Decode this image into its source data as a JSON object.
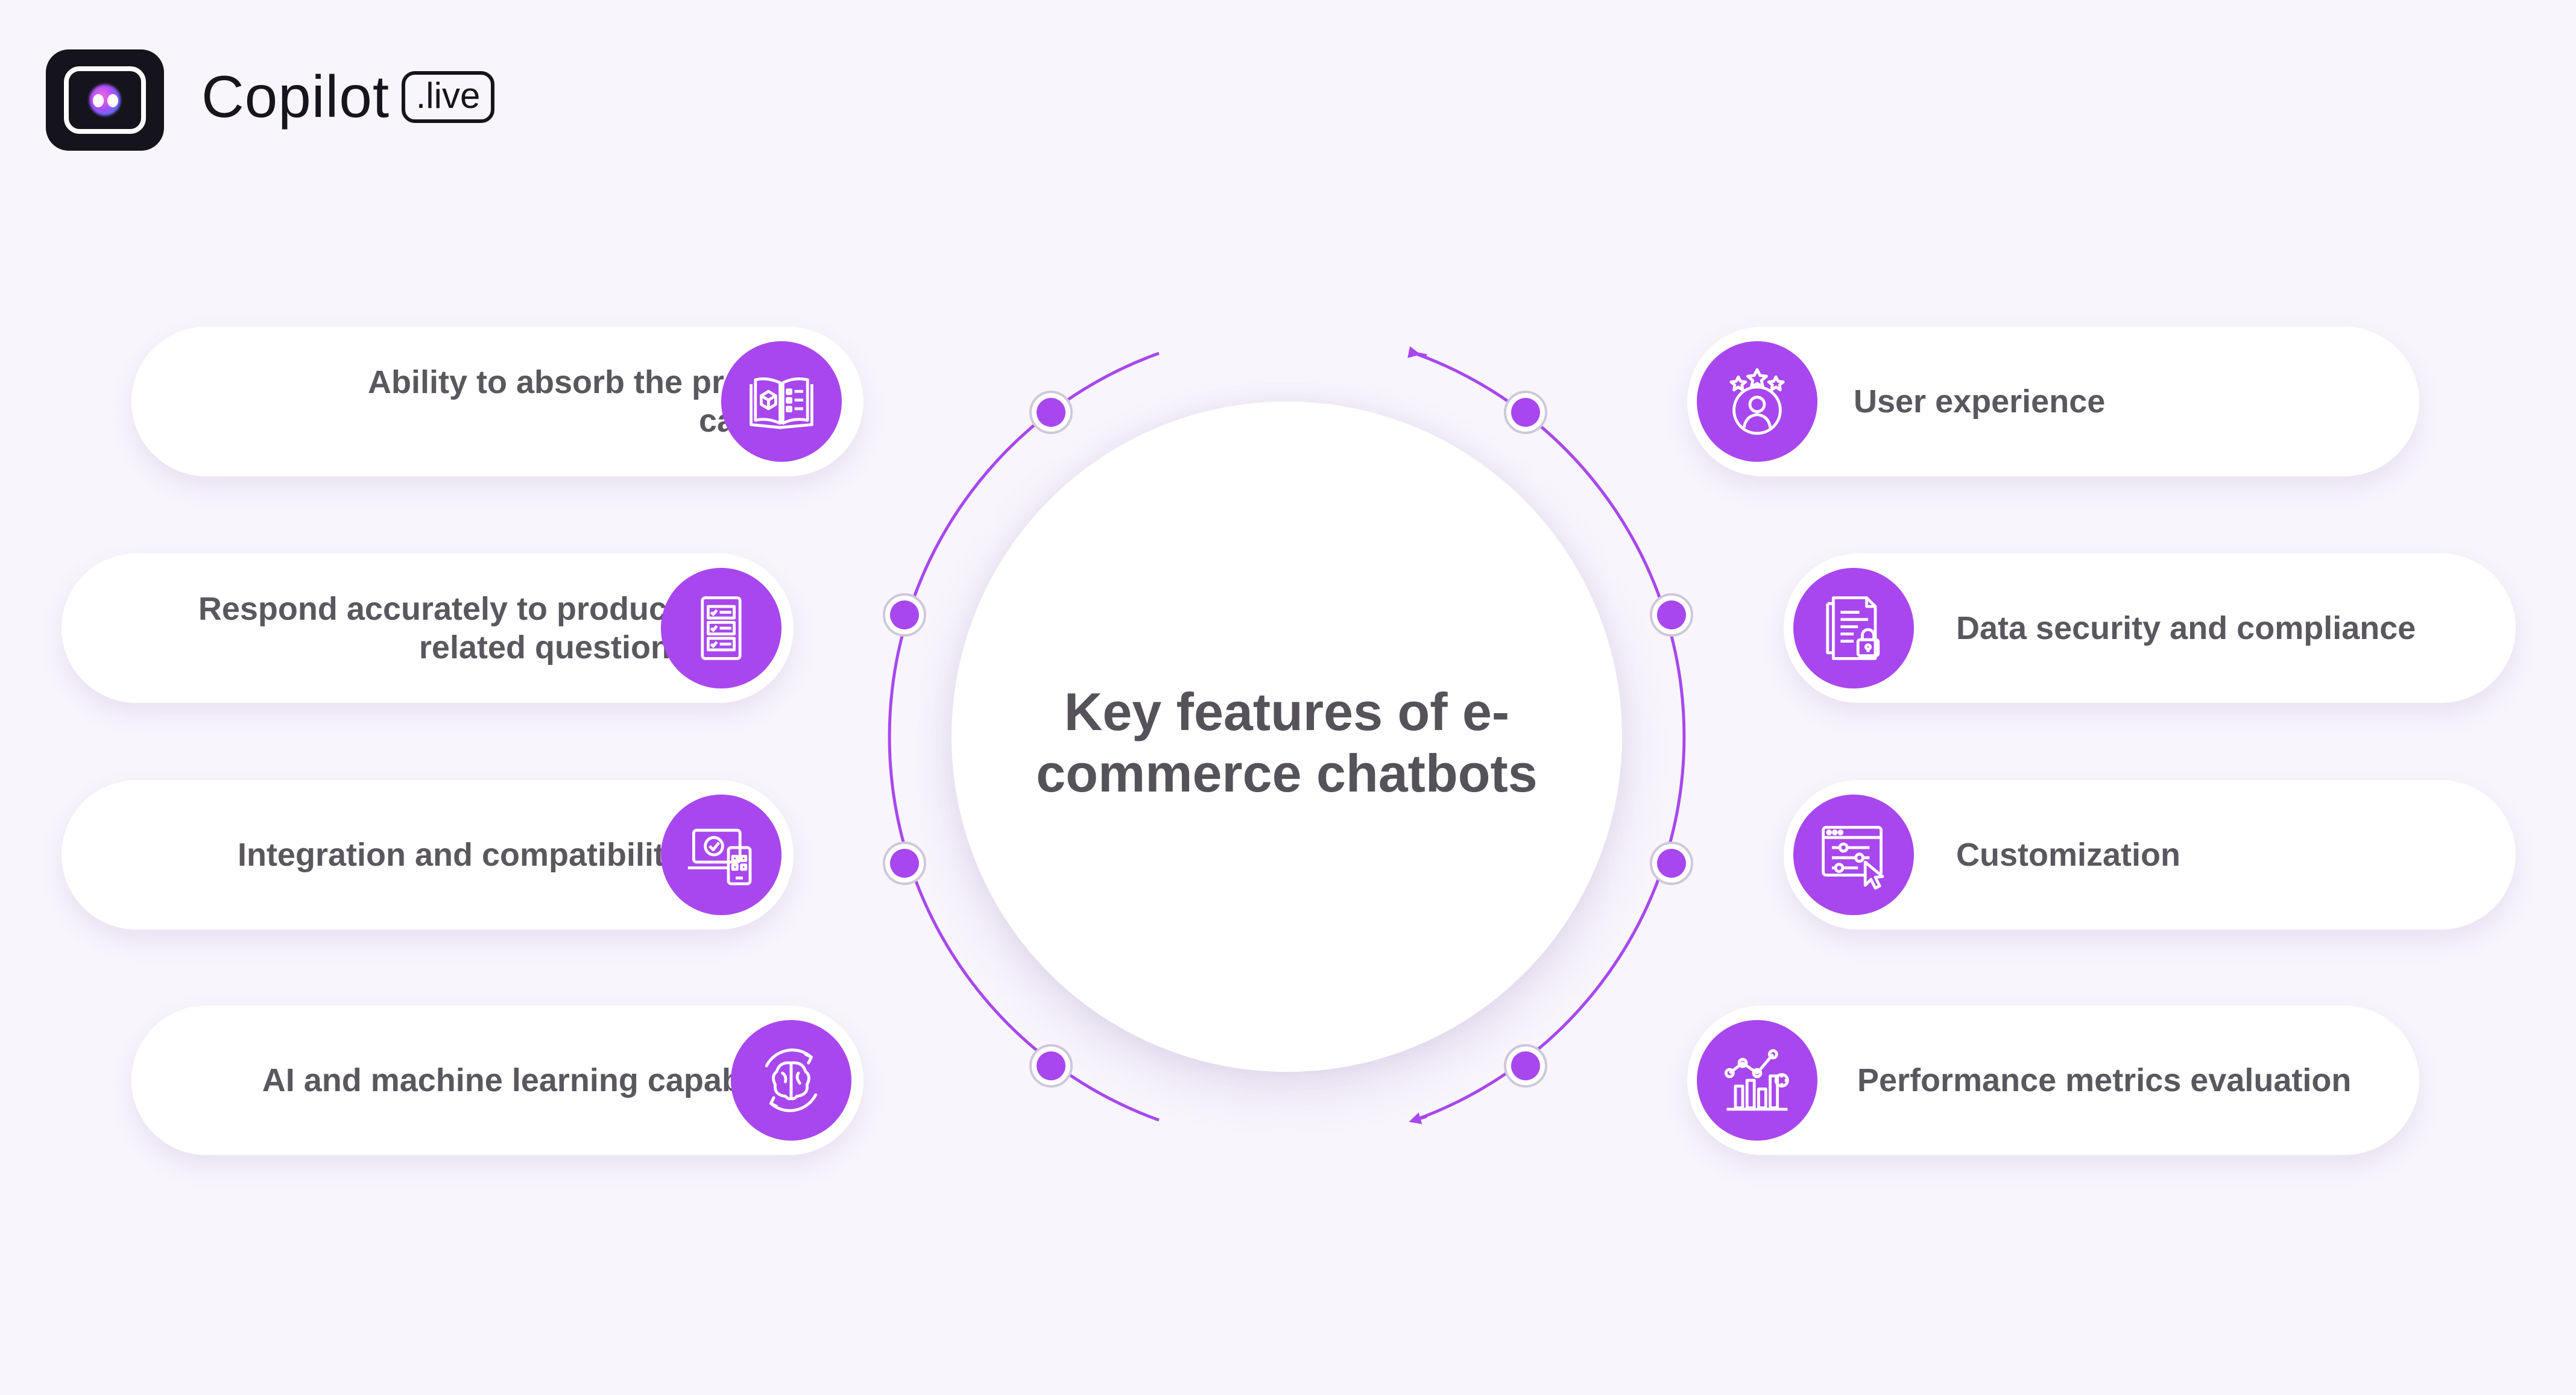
{
  "brand": {
    "name": "Copilot",
    "badge": ".live"
  },
  "title": "Key features of e-commerce chatbots",
  "colors": {
    "accent": "#a847ee",
    "background": "#f8f5fc",
    "text": "#5a585e",
    "line": "#a847ee"
  },
  "features": {
    "left": [
      {
        "label": "Ability to absorb the product catalog",
        "icon": "catalog-book-icon"
      },
      {
        "label": "Respond accurately to product-related questions",
        "icon": "checklist-icon"
      },
      {
        "label": "Integration and compatibility",
        "icon": "laptop-phone-icon"
      },
      {
        "label": "AI and machine learning capabilities",
        "icon": "brain-cycle-icon"
      }
    ],
    "right": [
      {
        "label": "User experience",
        "icon": "user-rating-icon"
      },
      {
        "label": "Data security and compliance",
        "icon": "document-lock-icon"
      },
      {
        "label": "Customization",
        "icon": "settings-window-icon"
      },
      {
        "label": "Performance metrics evaluation",
        "icon": "analytics-chart-icon"
      }
    ]
  }
}
